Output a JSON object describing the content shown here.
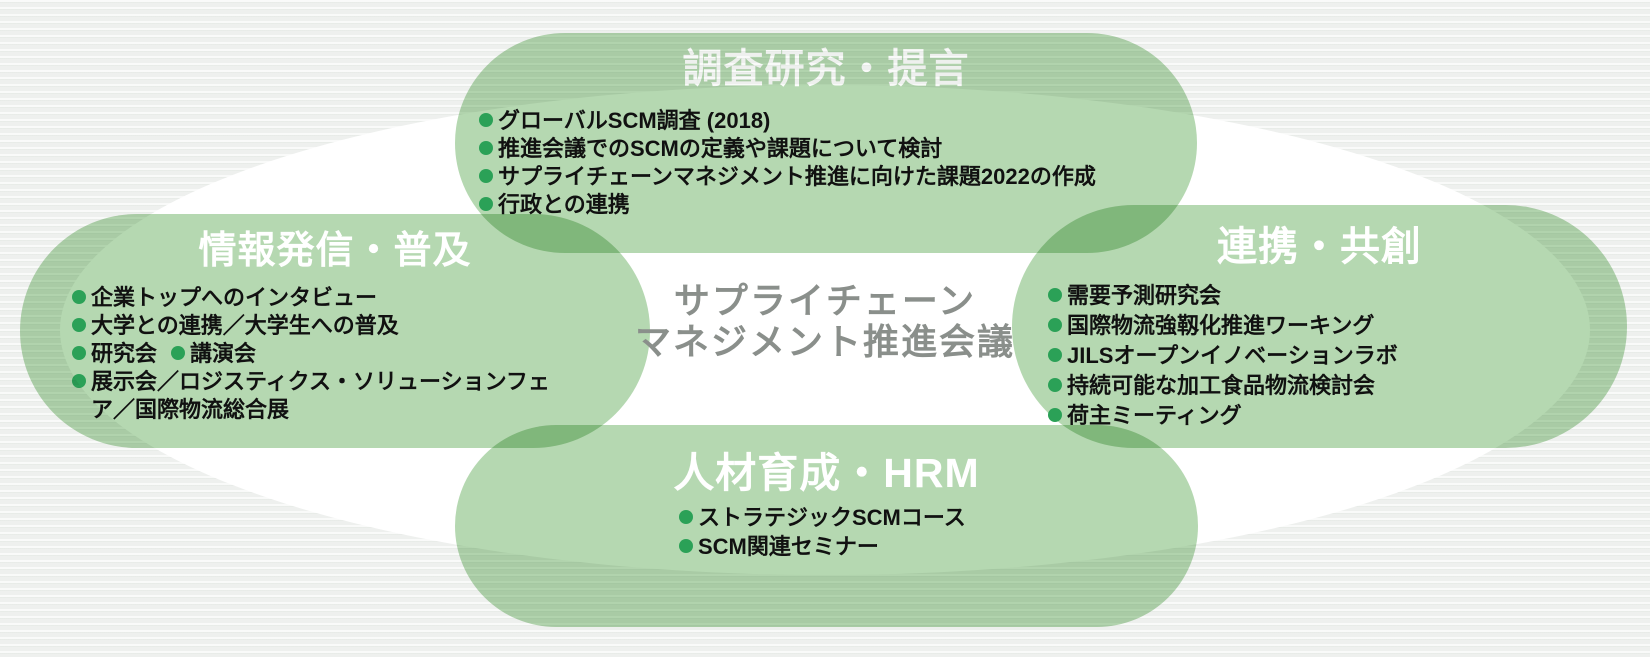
{
  "center": {
    "line1": "サプライチェーン",
    "line2": "マネジメント推進会議"
  },
  "sections": {
    "research": {
      "title": "調査研究・提言",
      "items": [
        "グローバルSCM調査 (2018)",
        "推進会議でのSCMの定義や課題について検討",
        "サプライチェーンマネジメント推進に向けた課題2022の作成",
        "行政との連携"
      ]
    },
    "info": {
      "title": "情報発信・普及",
      "items": [
        "企業トップへのインタビュー",
        "大学との連携／大学生への普及",
        "研究会",
        "講演会",
        "展示会／ロジスティクス・ソリューションフェア／国際物流総合展"
      ]
    },
    "collab": {
      "title": "連携・共創",
      "items": [
        "需要予測研究会",
        "国際物流強靱化推進ワーキング",
        "JILSオープンイノベーションラボ",
        "持続可能な加工食品物流検討会",
        "荷主ミーティング"
      ]
    },
    "hrm": {
      "title": "人材育成・HRM",
      "items": [
        "ストラテジックSCMコース",
        "SCM関連セミナー"
      ]
    }
  },
  "colors": {
    "background": "#eef0ee",
    "ellipse": "#ffffff",
    "capsule_green": "#b5d8b1",
    "overlap_green": "#84ba80",
    "bullet_dot_green": "#2ba157",
    "title_text": "#ffffff",
    "body_text": "#111111",
    "center_text": "#8a8f8b"
  }
}
